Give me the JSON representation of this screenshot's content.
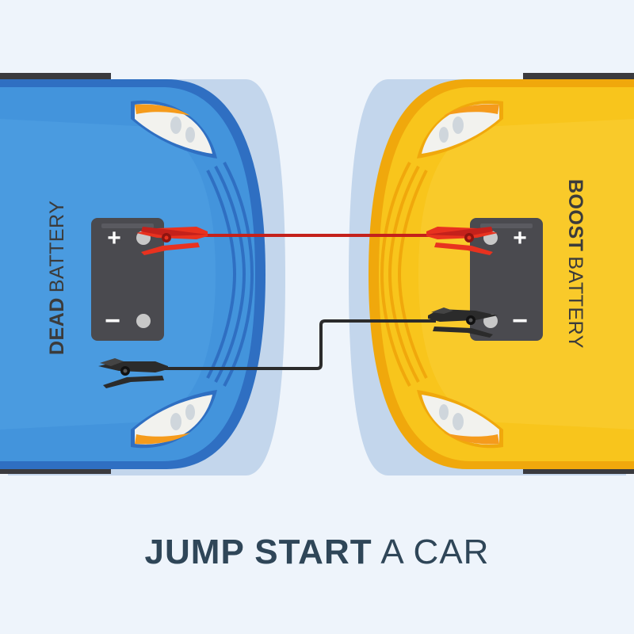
{
  "title": {
    "bold": "JUMP START",
    "regular": "A CAR"
  },
  "dead_car": {
    "label_bold": "DEAD",
    "label_regular": "BATTERY",
    "color": "#3d84d6",
    "battery": {
      "positive": "+",
      "negative": "−"
    }
  },
  "boost_car": {
    "label_bold": "BOOST",
    "label_regular": "BATTERY",
    "color": "#f8c51c",
    "battery": {
      "positive": "+",
      "negative": "−"
    }
  },
  "colors": {
    "background": "#eef4fb",
    "positive_cable": "#c4211b",
    "negative_cable": "#2b2b2b",
    "battery": "#4a4a4f"
  }
}
